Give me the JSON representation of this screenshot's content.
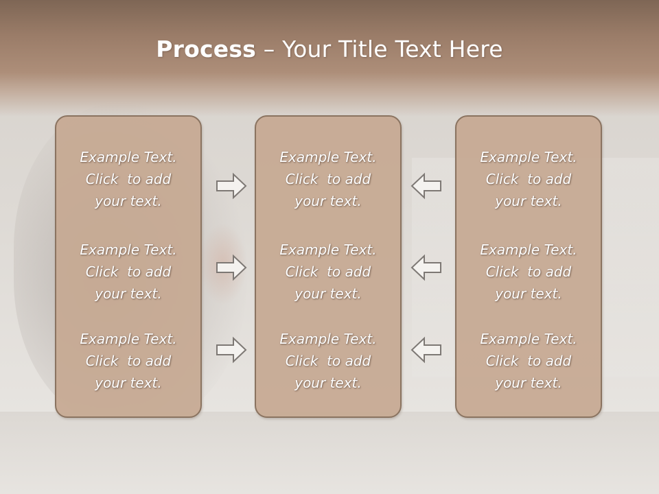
{
  "slide": {
    "title_bold": "Process",
    "title_rest": " – Your Title Text Here"
  },
  "columns": [
    {
      "items": [
        {
          "line1": "Example Text.",
          "line2": "Click  to add",
          "line3": "your text."
        },
        {
          "line1": "Example Text.",
          "line2": "Click  to add",
          "line3": "your text."
        },
        {
          "line1": "Example Text.",
          "line2": "Click  to add",
          "line3": "your text."
        }
      ]
    },
    {
      "items": [
        {
          "line1": "Example Text.",
          "line2": "Click  to add",
          "line3": "your text."
        },
        {
          "line1": "Example Text.",
          "line2": "Click  to add",
          "line3": "your text."
        },
        {
          "line1": "Example Text.",
          "line2": "Click  to add",
          "line3": "your text."
        }
      ]
    },
    {
      "items": [
        {
          "line1": "Example Text.",
          "line2": "Click  to add",
          "line3": "your text."
        },
        {
          "line1": "Example Text.",
          "line2": "Click  to add",
          "line3": "your text."
        },
        {
          "line1": "Example Text.",
          "line2": "Click  to add",
          "line3": "your text."
        }
      ]
    }
  ],
  "arrows": {
    "left_side": "arrow-right-icon",
    "right_side": "arrow-left-icon"
  },
  "colors": {
    "title_band": "#9a7c68",
    "box_fill": "#c6a992",
    "box_border": "#8a7360",
    "text": "#ffffff"
  }
}
